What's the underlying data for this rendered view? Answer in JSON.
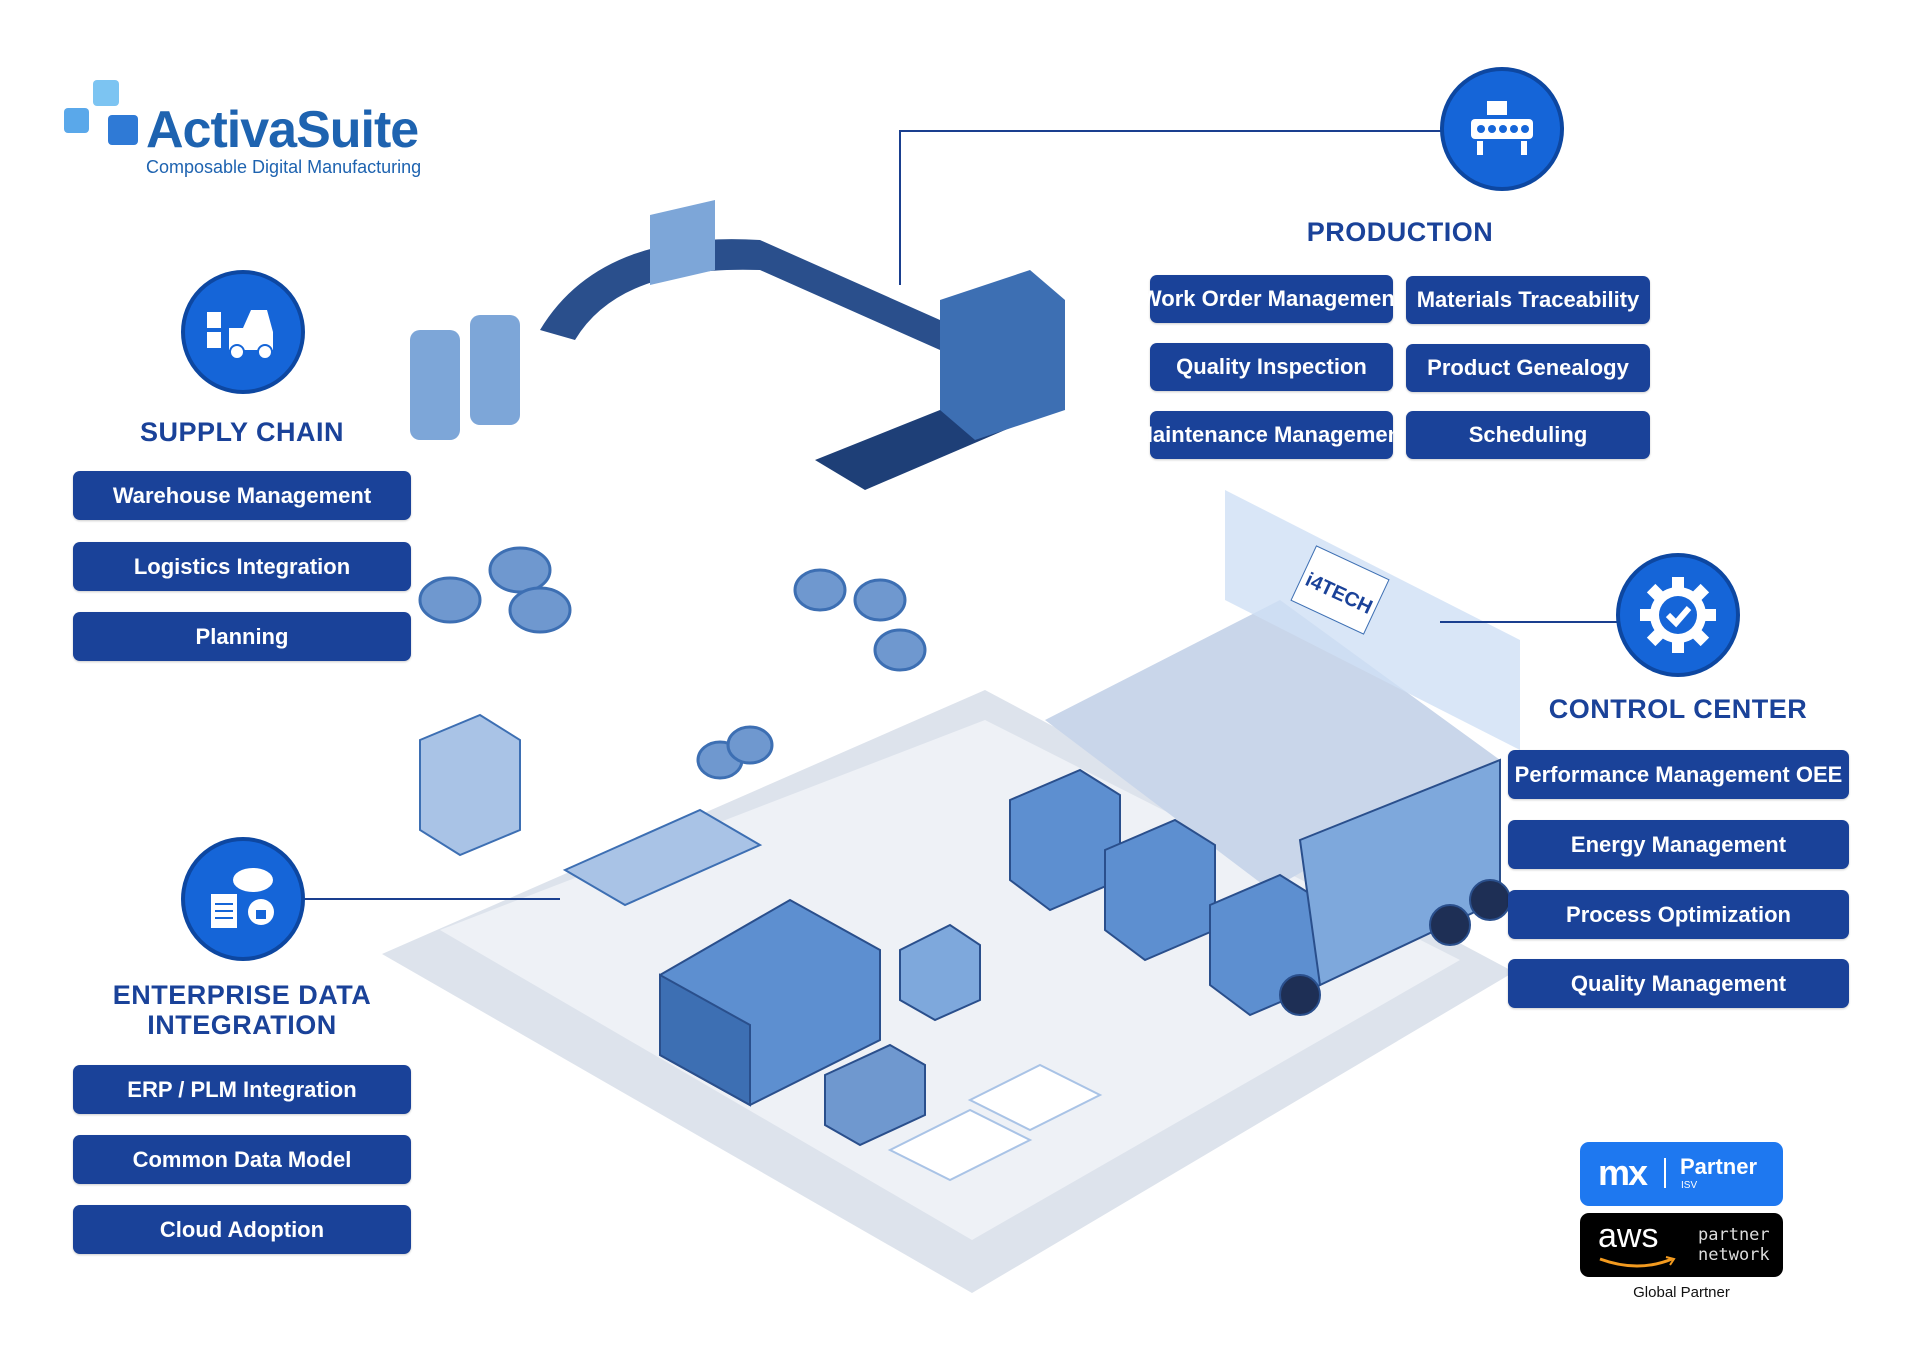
{
  "logo": {
    "name": "ActivaSuite",
    "tagline": "Composable Digital Manufacturing"
  },
  "production": {
    "title": "PRODUCTION",
    "items": [
      "Work Order Management",
      "Materials Traceability",
      "Quality Inspection",
      "Product Genealogy",
      "Maintenance Management",
      "Scheduling"
    ]
  },
  "supply_chain": {
    "title": "SUPPLY CHAIN",
    "items": [
      "Warehouse Management",
      "Logistics Integration",
      "Planning"
    ]
  },
  "enterprise": {
    "title_line1": "ENTERPRISE DATA",
    "title_line2": "INTEGRATION",
    "items": [
      "ERP / PLM Integration",
      "Common Data Model",
      "Cloud Adoption"
    ]
  },
  "control_center": {
    "title": "CONTROL CENTER",
    "items": [
      "Performance Management OEE",
      "Energy Management",
      "Process Optimization",
      "Quality Management"
    ]
  },
  "illustration": {
    "board_text": "i4TECH"
  },
  "badges": {
    "mx": "mx",
    "mx_partner": "Partner",
    "mx_isv": "ISV",
    "aws": "aws",
    "aws_line1": "partner",
    "aws_line2": "network",
    "aws_caption": "Global Partner"
  },
  "colors": {
    "brand": "#1a4299",
    "accent": "#1565d8"
  }
}
